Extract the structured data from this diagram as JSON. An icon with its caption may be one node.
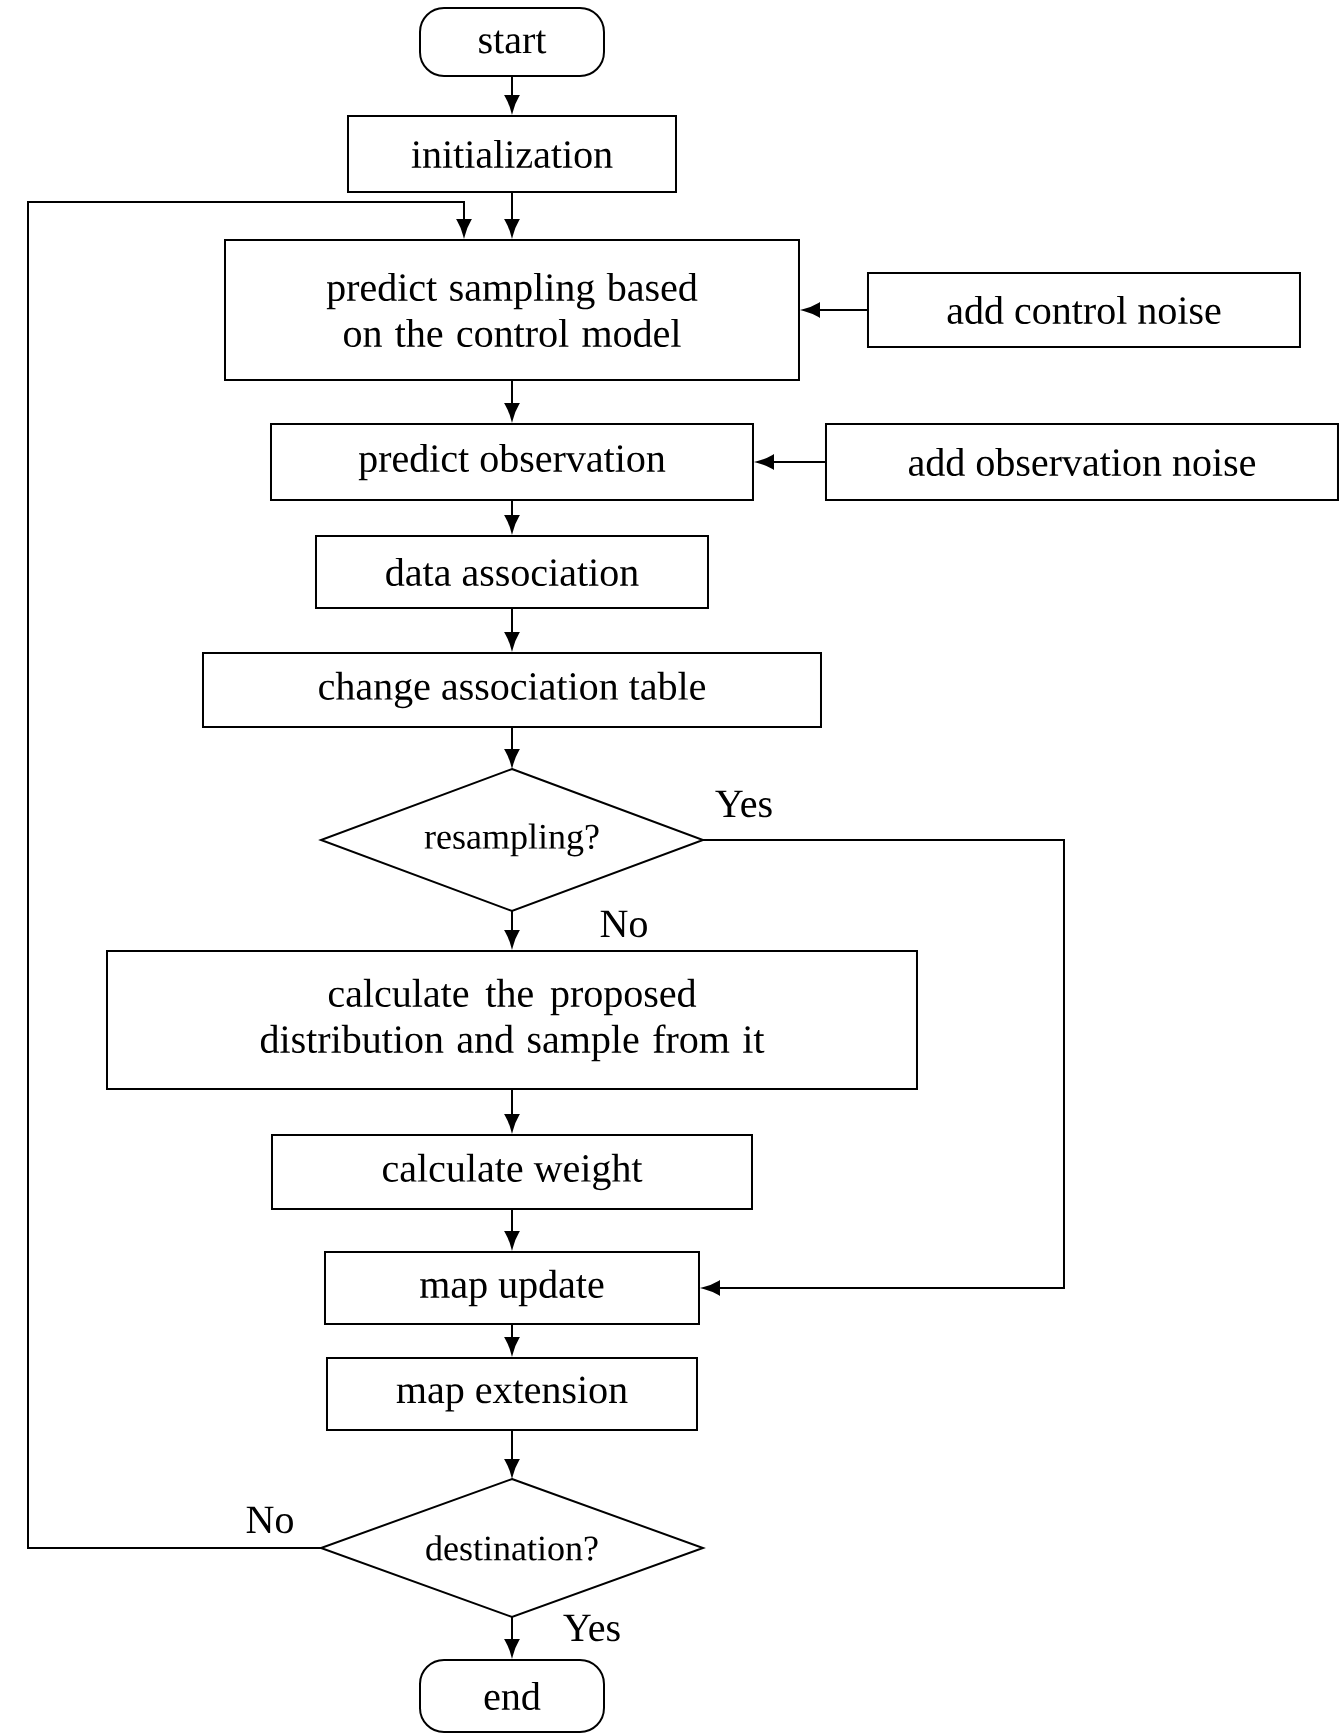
{
  "diagram": {
    "nodes": [
      {
        "text": [
          "start"
        ]
      },
      {
        "text": [
          "initialization"
        ]
      },
      {
        "text": [
          "predict sampling based on the control model"
        ]
      },
      {
        "text": [
          "add control noise"
        ]
      },
      {
        "text": [
          "predict observation"
        ]
      },
      {
        "text": [
          "add observation noise"
        ]
      },
      {
        "text": [
          "data association"
        ]
      },
      {
        "text": [
          "change association table"
        ]
      },
      {
        "text": [
          "resampling?"
        ]
      },
      {
        "text": [
          "calculate the proposed distribution and sample from it"
        ]
      },
      {
        "text": [
          "calculate weight"
        ]
      },
      {
        "text": [
          "map update"
        ]
      },
      {
        "text": [
          "map extension"
        ]
      },
      {
        "text": [
          "destination?"
        ]
      },
      {
        "text": [
          "end"
        ]
      }
    ],
    "edges": [
      {
        "from": 0,
        "to": 1,
        "arrow": "to"
      },
      {
        "from": 1,
        "to": 2,
        "arrow": "to"
      },
      {
        "from": 3,
        "to": 2,
        "arrow": "to"
      },
      {
        "from": 2,
        "to": 4,
        "arrow": "to"
      },
      {
        "from": 5,
        "to": 4,
        "arrow": "to"
      },
      {
        "from": 4,
        "to": 6,
        "arrow": "to"
      },
      {
        "from": 6,
        "to": 7,
        "arrow": "to"
      },
      {
        "from": 7,
        "to": 8,
        "arrow": "to"
      },
      {
        "from": 8,
        "to": 9,
        "arrow": "to",
        "label": "No"
      },
      {
        "from": 8,
        "to": 11,
        "arrow": "to",
        "label": "Yes"
      },
      {
        "from": 9,
        "to": 10,
        "arrow": "to"
      },
      {
        "from": 10,
        "to": 11,
        "arrow": "to"
      },
      {
        "from": 11,
        "to": 12,
        "arrow": "to"
      },
      {
        "from": 12,
        "to": 13,
        "arrow": "to"
      },
      {
        "from": 13,
        "to": 14,
        "arrow": "to",
        "label": "Yes"
      },
      {
        "from": 13,
        "to": 2,
        "arrow": "to",
        "label": "No"
      }
    ]
  }
}
